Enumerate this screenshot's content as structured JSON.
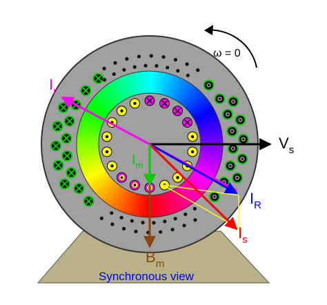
{
  "omega_label": "ω = 0",
  "vectors": {
    "ir": {
      "main": "I",
      "sub": "r",
      "color": "#ff00ff"
    },
    "vs": {
      "main": "V",
      "sub": "s",
      "color": "#000000"
    },
    "im": {
      "main": "I",
      "sub": "m",
      "color": "#00cc00"
    },
    "iR": {
      "main": "I",
      "sub": "R",
      "color": "#0000ff"
    },
    "is": {
      "main": "I",
      "sub": "s",
      "color": "#ff0000"
    },
    "bm": {
      "main": "B",
      "sub": "m",
      "color": "#8b4513"
    },
    "proj_color": "#ffff00"
  },
  "caption": "Synchronous view",
  "colors": {
    "stator": "#a0a0a0",
    "base": "#b9b188",
    "slot_outer": "#00cc00",
    "rotor_slot_ring": "#ff00ff",
    "rotor_slot_fill": "#ffff00",
    "caption": "#0000ff"
  }
}
